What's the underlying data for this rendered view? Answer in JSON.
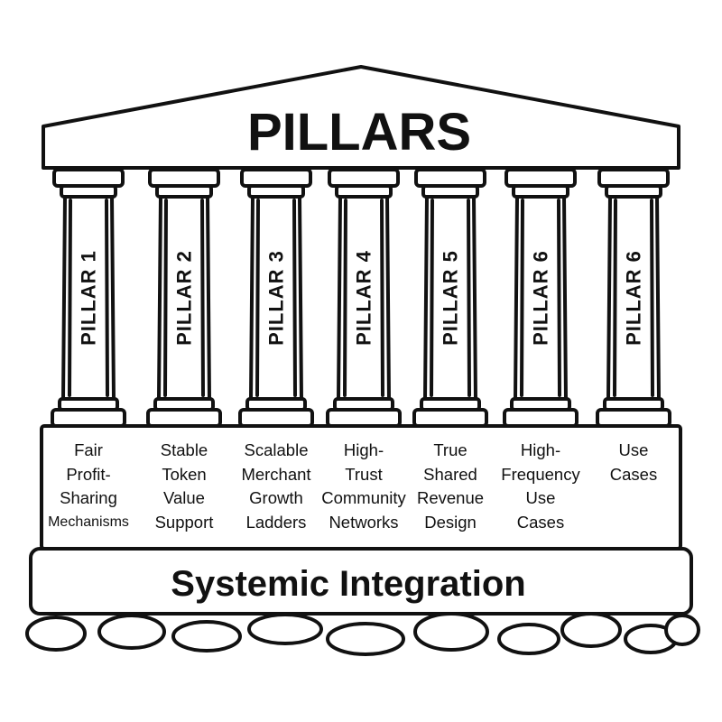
{
  "title": "PILLARS",
  "pillars": [
    {
      "label": "PILLAR 1",
      "description": [
        "Fair",
        "Profit-",
        "Sharing",
        "Mechanisms"
      ]
    },
    {
      "label": "PILLAR 2",
      "description": [
        "Stable",
        "Token",
        "Value",
        "Support"
      ]
    },
    {
      "label": "PILLAR 3",
      "description": [
        "Scalable",
        "Merchant",
        "Growth",
        "Ladders"
      ]
    },
    {
      "label": "PILLAR 4",
      "description": [
        "High-",
        "Trust",
        "Community",
        "Networks"
      ]
    },
    {
      "label": "PILLAR 5",
      "description": [
        "True",
        "Shared",
        "Revenue",
        "Design"
      ]
    },
    {
      "label": "PILLAR 6",
      "description": [
        "High-",
        "Frequency",
        "Use",
        "Cases"
      ]
    },
    {
      "label": "PILLAR 6",
      "description": [
        "Use",
        "Cases"
      ]
    }
  ],
  "base": "Systemic Integration",
  "colors": {
    "ink": "#111111",
    "background": "#ffffff"
  }
}
